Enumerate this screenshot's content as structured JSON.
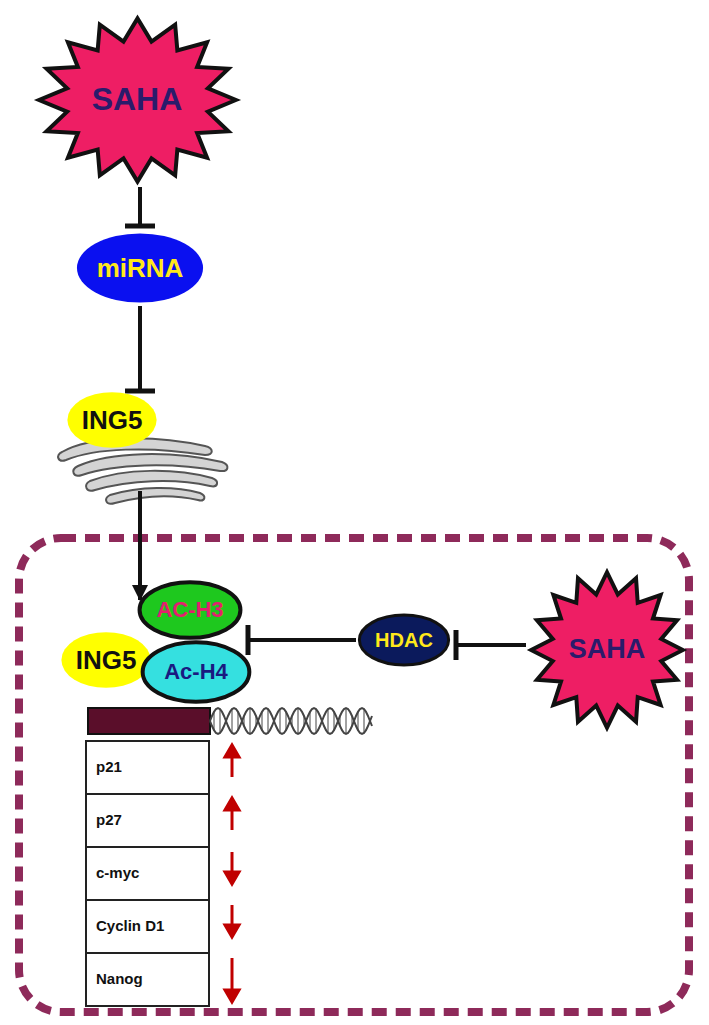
{
  "diagram": {
    "nodes": [
      {
        "text": [
          "SAHA"
        ]
      },
      {
        "text": [
          "miRNA"
        ]
      },
      {
        "text": [
          "ING5"
        ]
      },
      {
        "text": [
          "ING5"
        ]
      },
      {
        "text": [
          "AC-H3"
        ]
      },
      {
        "text": [
          "Ac-H4"
        ]
      },
      {
        "text": [
          "HDAC"
        ]
      },
      {
        "text": [
          "SAHA"
        ]
      },
      {
        "text": [
          "p21"
        ]
      },
      {
        "text": [
          "p27"
        ]
      },
      {
        "text": [
          "c-myc"
        ]
      },
      {
        "text": [
          "Cyclin D1"
        ]
      },
      {
        "text": [
          "Nanog"
        ]
      }
    ],
    "edges": [
      {
        "from": 0,
        "to": 1,
        "arrow": "to"
      },
      {
        "from": 1,
        "to": 2,
        "arrow": "to"
      },
      {
        "from": 2,
        "to": 4,
        "arrow": "to"
      },
      {
        "from": 6,
        "to": 4,
        "arrow": "to"
      },
      {
        "from": 7,
        "to": 6,
        "arrow": "to"
      }
    ]
  }
}
